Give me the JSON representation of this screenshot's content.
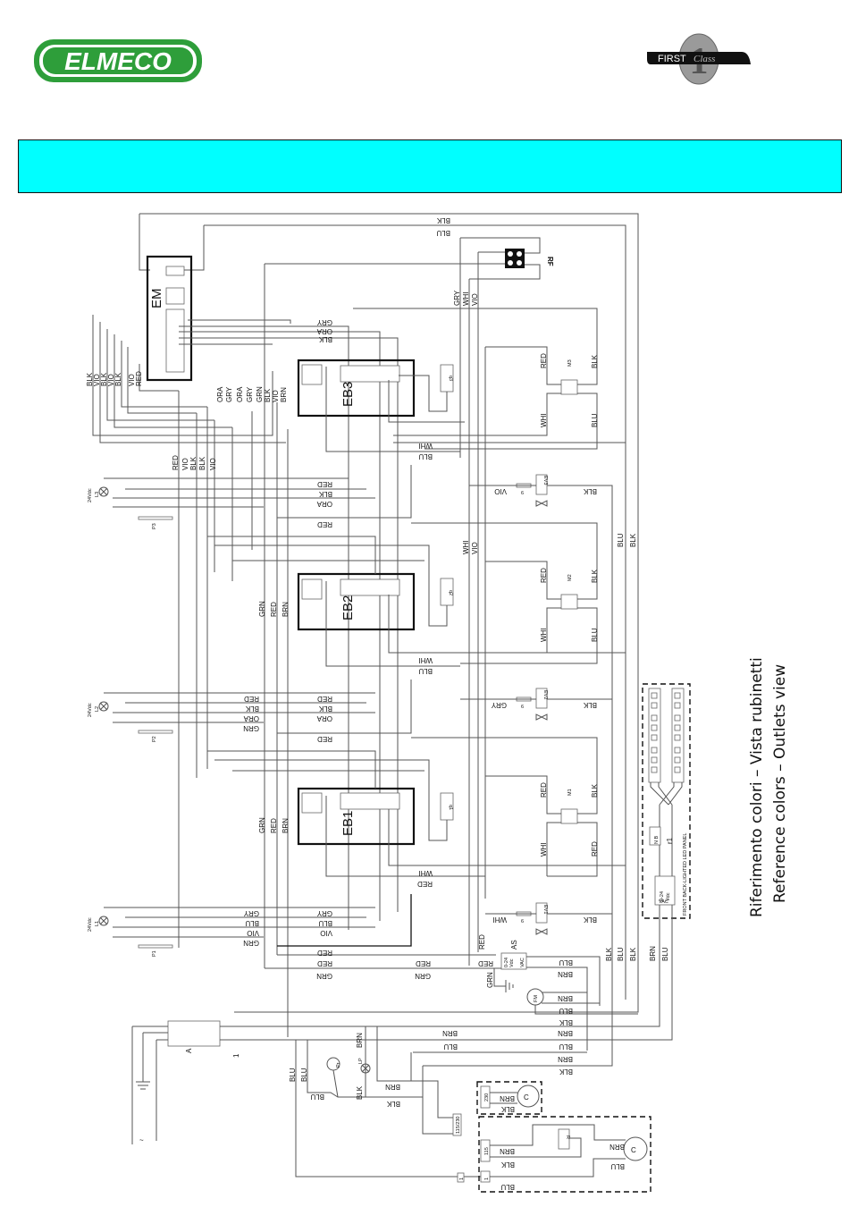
{
  "header": {
    "brand_logo": "ELMECO",
    "brand_color": "#2e9e3a",
    "series_logo_first": "FIRST",
    "series_logo_class": "Class",
    "series_logo_number": "1",
    "banner_color": "#00ffff"
  },
  "components": {
    "em": "EM",
    "rf": "RF",
    "eb1": "EB1",
    "eb2": "EB2",
    "eb3": "EB3",
    "q1": "q1",
    "q2": "q2",
    "q3": "q3",
    "m1": "M1",
    "m2": "M2",
    "m3": "M3",
    "ev1": "EV1",
    "ev2": "EV2",
    "ev3": "EV3",
    "p1": "P1",
    "p2": "P2",
    "p3": "P3",
    "l1": "L1",
    "l2": "L2",
    "l3": "L3",
    "lamp_voltage": "24Vdc",
    "as": "AS",
    "fm": "FM",
    "a": "A",
    "switch": "1",
    "pr": "Pr",
    "lp": "LP",
    "c": "C",
    "r": "R",
    "r1": "r1",
    "psu_vdc": "0-24\nVdc",
    "psu_vdc_top": "0-24",
    "psu_vdc_bottom": "Vdc",
    "psu_vac": "VAC",
    "tap_6": "6",
    "v230": "230",
    "v115": "115",
    "v115_230": "115/230",
    "led_panel": "FRONT BACK-LIGHTED LED PANEL"
  },
  "wires": {
    "blk": "BLK",
    "blu": "BLU",
    "red": "RED",
    "vio": "VIO",
    "gry": "GRY",
    "ora": "ORA",
    "grn": "GRN",
    "brn": "BRN",
    "whi": "WHI"
  },
  "reference": {
    "line_it": "Riferimento colori – Vista rubinetti",
    "line_en": "Reference colors – Outlets view"
  }
}
